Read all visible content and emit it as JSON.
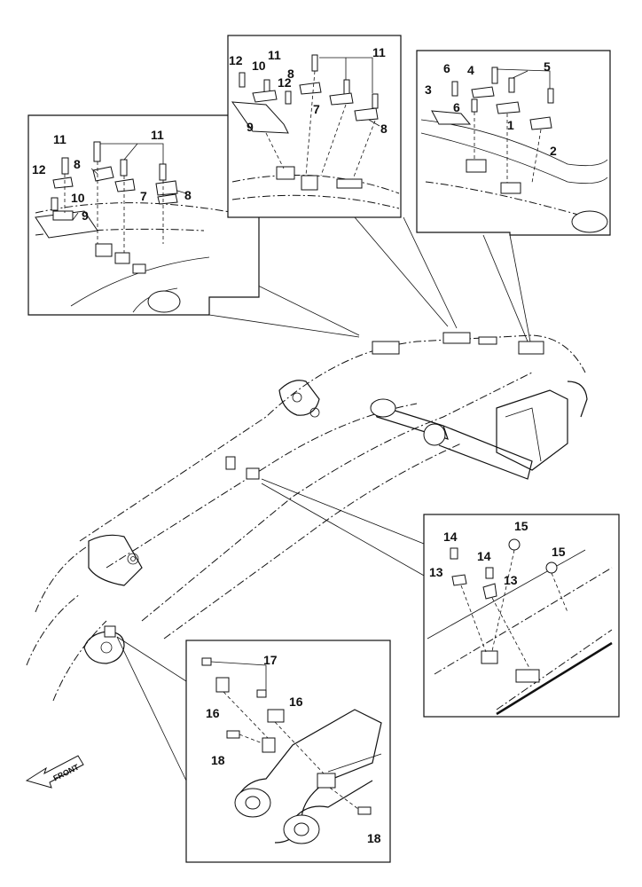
{
  "figure": {
    "front_label": "FRONT"
  },
  "callouts": {
    "c1": "1",
    "c2": "2",
    "c3": "3",
    "c4": "4",
    "c5": "5",
    "c6a": "6",
    "c6b": "6",
    "c7a": "7",
    "c7b": "7",
    "c8a": "8",
    "c8b": "8",
    "c8c": "8",
    "c8d": "8",
    "c9a": "9",
    "c9b": "9",
    "c10a": "10",
    "c10b": "10",
    "c11a": "11",
    "c11b": "11",
    "c11c": "11",
    "c11d": "11",
    "c12a": "12",
    "c12b": "12",
    "c12c": "12",
    "c13a": "13",
    "c13b": "13",
    "c14a": "14",
    "c14b": "14",
    "c15a": "15",
    "c15b": "15",
    "c16a": "16",
    "c16b": "16",
    "c17": "17",
    "c18a": "18",
    "c18b": "18"
  }
}
